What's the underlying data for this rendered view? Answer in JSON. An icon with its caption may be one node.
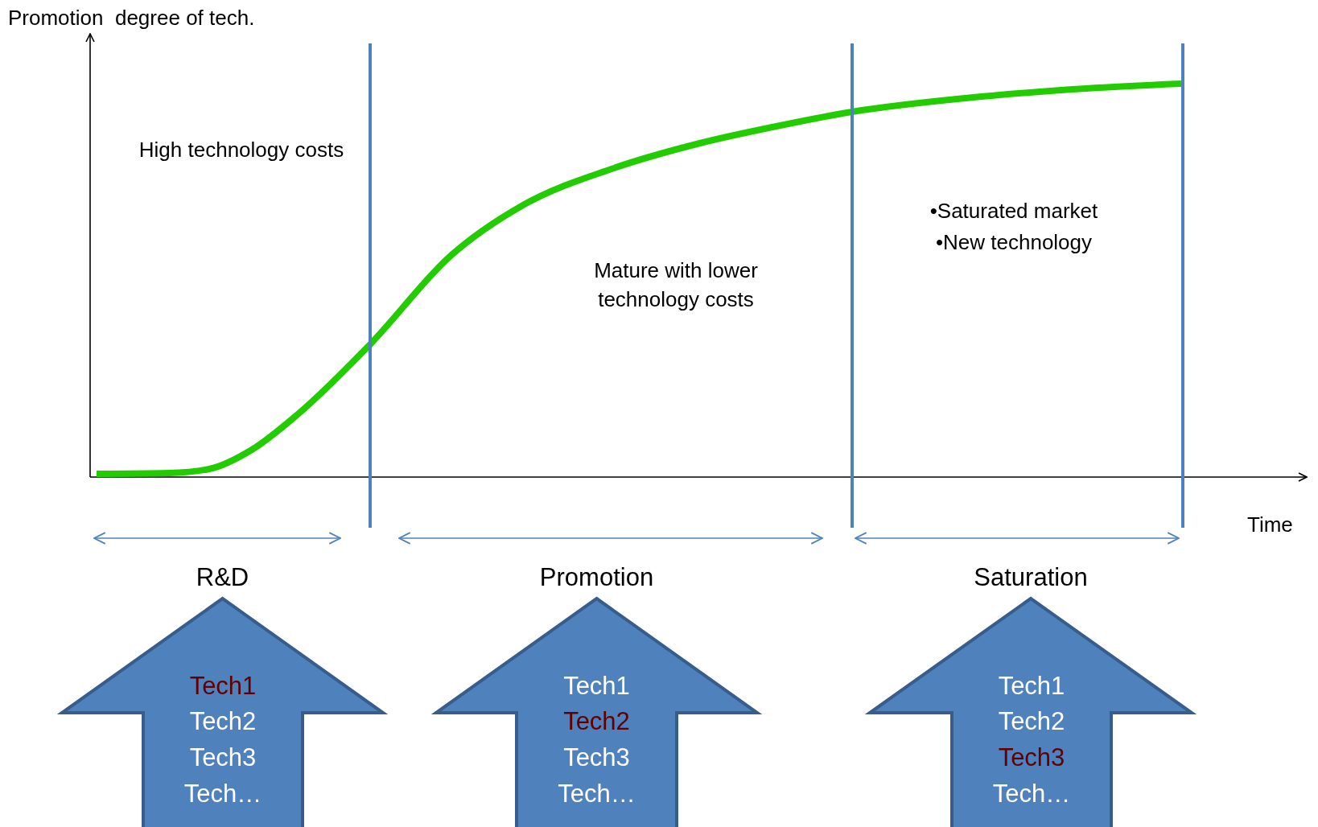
{
  "diagram": {
    "nodes": [
      {
        "text": [
          "Tech1",
          "Tech2",
          "Tech3",
          "Tech…"
        ],
        "beside": [
          "R&D"
        ]
      },
      {
        "text": [
          "Tech1",
          "Tech2",
          "Tech3",
          "Tech…"
        ],
        "beside": [
          "Promotion"
        ]
      },
      {
        "text": [
          "Tech1",
          "Tech2",
          "Tech3",
          "Tech…"
        ],
        "beside": [
          "Saturation"
        ]
      }
    ],
    "edges": [],
    "labels": [
      "Promotion  degree of tech.",
      "High technology costs",
      "Mature with lower technology costs",
      "•Saturated market",
      "•New technology",
      "Time"
    ]
  }
}
